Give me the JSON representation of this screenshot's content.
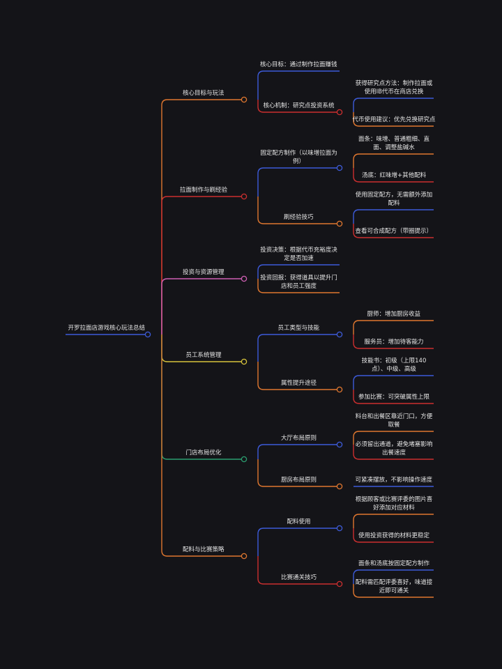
{
  "colors": {
    "background": "#141418",
    "text": "#e6e6e6",
    "blue": "#3d5bd9",
    "orange": "#e0772f",
    "red": "#cc2f2f",
    "pink": "#d05fb4",
    "yellow": "#d8c43c",
    "green": "#2b9e70"
  },
  "root": {
    "label": "开罗拉面店游戏核心玩法总结"
  },
  "sections": [
    {
      "label": "核心目标与玩法",
      "color": "#e0772f",
      "children": [
        {
          "label": "核心目标：通过制作拉面赚钱",
          "color": "#3d5bd9",
          "children": []
        },
        {
          "label": "核心机制：研究点投资系统",
          "color": "#cc2f2f",
          "children": [
            {
              "label": "获得研究点方法：制作拉面或使用IB代币在商店兑换",
              "color": "#3d5bd9"
            },
            {
              "label": "代币使用建议：优先兑换研究点",
              "color": "#e0772f"
            }
          ]
        }
      ]
    },
    {
      "label": "拉面制作与刷经验",
      "color": "#cc2f2f",
      "children": [
        {
          "label": "固定配方制作（以味增拉面为例）",
          "color": "#3d5bd9",
          "children": [
            {
              "label": "面条：味增、普通粗细、直面、调整盐碱水",
              "color": "#e0772f"
            },
            {
              "label": "汤底：红味增+其他配料",
              "color": "#cc2f2f"
            }
          ]
        },
        {
          "label": "刷经验技巧",
          "color": "#e0772f",
          "children": [
            {
              "label": "使用固定配方，无需额外添加配料",
              "color": "#3d5bd9"
            },
            {
              "label": "查看可合成配方（带圈提示）",
              "color": "#cc2f2f"
            }
          ]
        }
      ]
    },
    {
      "label": "投资与资源管理",
      "color": "#d05fb4",
      "children": [
        {
          "label": "投资决策：根据代币充裕度决定是否加速",
          "color": "#3d5bd9",
          "children": []
        },
        {
          "label": "投资回报：获得道具以提升门店和员工强度",
          "color": "#e0772f",
          "children": []
        }
      ]
    },
    {
      "label": "员工系统管理",
      "color": "#d8c43c",
      "children": [
        {
          "label": "员工类型与技能",
          "color": "#3d5bd9",
          "children": [
            {
              "label": "厨师：增加厨房收益",
              "color": "#e0772f"
            },
            {
              "label": "服务员：增加待客能力",
              "color": "#cc2f2f"
            }
          ]
        },
        {
          "label": "属性提升途径",
          "color": "#e0772f",
          "children": [
            {
              "label": "技能书：初级（上限140点）、中级、高级",
              "color": "#3d5bd9"
            },
            {
              "label": "参加比赛：可突破属性上限",
              "color": "#cc2f2f"
            }
          ]
        }
      ]
    },
    {
      "label": "门店布局优化",
      "color": "#2b9e70",
      "children": [
        {
          "label": "大厅布局原则",
          "color": "#3d5bd9",
          "children": [
            {
              "label": "料台和出餐区靠近门口，方便取餐",
              "color": "#e0772f"
            },
            {
              "label": "必须留出通道，避免堵塞影响出餐速度",
              "color": "#cc2f2f"
            }
          ]
        },
        {
          "label": "厨房布局原则",
          "color": "#e0772f",
          "children": [
            {
              "label": "可紧凑摆放，不影响操作速度",
              "color": "#3d5bd9"
            }
          ]
        }
      ]
    },
    {
      "label": "配料与比赛策略",
      "color": "#e0772f",
      "children": [
        {
          "label": "配料使用",
          "color": "#3d5bd9",
          "children": [
            {
              "label": "根据顾客或比赛评委的图片喜好添加对应材料",
              "color": "#e0772f"
            },
            {
              "label": "使用投资获得的材料更稳定",
              "color": "#cc2f2f"
            }
          ]
        },
        {
          "label": "比赛通关技巧",
          "color": "#cc2f2f",
          "children": [
            {
              "label": "面条和汤底按固定配方制作",
              "color": "#3d5bd9"
            },
            {
              "label": "配料需匹配评委喜好，味道接近即可通关",
              "color": "#e0772f"
            }
          ]
        }
      ]
    }
  ]
}
